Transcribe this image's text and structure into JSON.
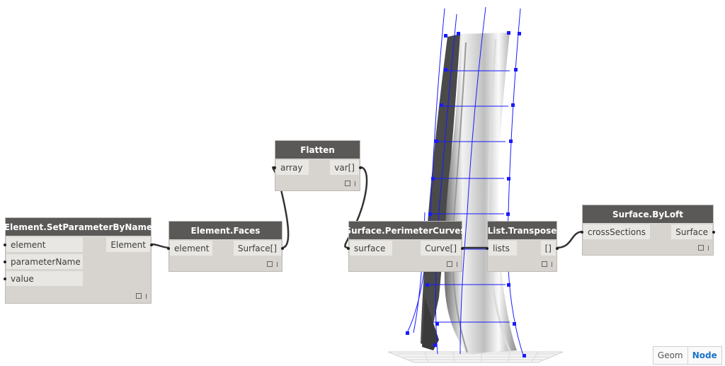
{
  "nodes": [
    {
      "id": "setparam",
      "title": "Element.SetParameterByName",
      "inputs": [
        "element",
        "parameterName",
        "value"
      ],
      "outputs": [
        "Element"
      ]
    },
    {
      "id": "faces",
      "title": "Element.Faces",
      "inputs": [
        "element"
      ],
      "outputs": [
        "Surface[]"
      ]
    },
    {
      "id": "flatten",
      "title": "Flatten",
      "inputs": [
        "array"
      ],
      "outputs": [
        "var[]"
      ]
    },
    {
      "id": "perimeter",
      "title": "Surface.PerimeterCurves",
      "inputs": [
        "surface"
      ],
      "outputs": [
        "Curve[]"
      ]
    },
    {
      "id": "transpose",
      "title": "List.Transpose",
      "inputs": [
        "lists"
      ],
      "outputs": [
        "[]"
      ]
    },
    {
      "id": "byloft",
      "title": "Surface.ByLoft",
      "inputs": [
        "crossSections"
      ],
      "outputs": [
        "Surface"
      ]
    }
  ],
  "view_toggle": {
    "geom_label": "Geom",
    "node_label": "Node",
    "active": "Node"
  },
  "colors": {
    "header": "#5a5957",
    "node_body": "#d7d4cf",
    "wire": "#333333",
    "curve_blue": "#1a1aff",
    "toggle_active": "#1a73c9"
  }
}
